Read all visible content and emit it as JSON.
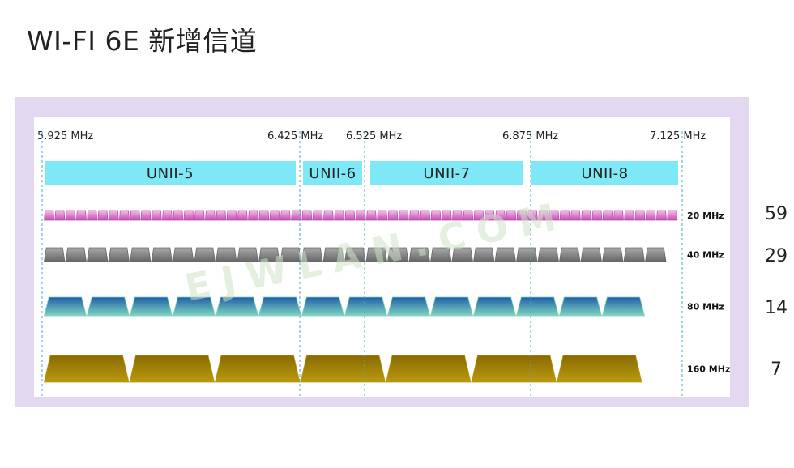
{
  "title": "WI-FI 6E 新增信道",
  "frequencies": [
    {
      "id": "f1",
      "label": "5.925 MHz"
    },
    {
      "id": "f2",
      "label": "6.425 MHz"
    },
    {
      "id": "f3",
      "label": "6.525 MHz"
    },
    {
      "id": "f4",
      "label": "6.875 MHz"
    },
    {
      "id": "f5",
      "label": "7.125 MHz"
    }
  ],
  "bands": [
    {
      "label": "UNII-5"
    },
    {
      "label": "UNII-6"
    },
    {
      "label": "UNII-7"
    },
    {
      "label": "UNII-8"
    }
  ],
  "channel_rows": [
    {
      "width_label": "20 MHz",
      "count": "59",
      "channels": 59,
      "colors": [
        "#f4c0e6",
        "#c04cb2"
      ]
    },
    {
      "width_label": "40 MHz",
      "count": "29",
      "channels": 29,
      "colors": [
        "#a9a9a9",
        "#676767"
      ]
    },
    {
      "width_label": "80 MHz",
      "count": "14",
      "channels": 14,
      "colors": [
        "#1f5fa8",
        "#7fd4c0"
      ]
    },
    {
      "width_label": "160 MHz",
      "count": "7",
      "channels": 7,
      "colors": [
        "#8a6a00",
        "#b89a10"
      ]
    }
  ],
  "watermark": "EJWLAN.COM",
  "colors": {
    "frame": "#e3d8ef",
    "band_fill": "#7ee8f6",
    "guide_line": "#4aa8c8"
  }
}
